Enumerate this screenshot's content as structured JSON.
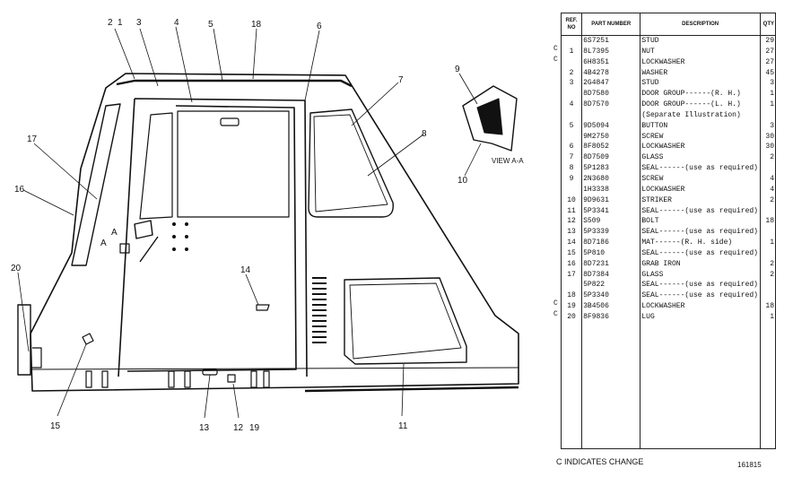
{
  "drawing": {
    "callouts": [
      "2",
      "1",
      "3",
      "4",
      "5",
      "18",
      "6",
      "7",
      "8",
      "9",
      "10",
      "17",
      "16",
      "20",
      "14",
      "15",
      "13",
      "12",
      "19",
      "11"
    ],
    "view_label": "VIEW A-A",
    "section_marks": [
      "A",
      "A"
    ]
  },
  "table": {
    "headers": {
      "ref": "REF. NO",
      "part": "PART NUMBER",
      "desc": "DESCRIPTION",
      "qty": "QTY"
    },
    "rows": [
      {
        "chg": "",
        "ref": "",
        "part": "6S7251",
        "desc": "STUD",
        "qty": "29"
      },
      {
        "chg": "C",
        "ref": "1",
        "part": "8L7395",
        "desc": "NUT",
        "qty": "27"
      },
      {
        "chg": "C",
        "ref": "",
        "part": "6H8351",
        "desc": "LOCKWASHER",
        "qty": "27"
      },
      {
        "chg": "",
        "ref": "2",
        "part": "4B4278",
        "desc": "WASHER",
        "qty": "45"
      },
      {
        "chg": "",
        "ref": "3",
        "part": "2G4847",
        "desc": "STUD",
        "qty": "3"
      },
      {
        "chg": "",
        "ref": "",
        "part": "8D7580",
        "desc": "DOOR GROUP------(R. H.)",
        "qty": "1"
      },
      {
        "chg": "",
        "ref": "4",
        "part": "8D7570",
        "desc": "DOOR GROUP------(L. H.)",
        "qty": "1"
      },
      {
        "chg": "",
        "ref": "",
        "part": "",
        "desc": "(Separate Illustration)",
        "qty": ""
      },
      {
        "chg": "",
        "ref": "5",
        "part": "9D5094",
        "desc": "BUTTON",
        "qty": "3"
      },
      {
        "chg": "",
        "ref": "",
        "part": "9M2750",
        "desc": "SCREW",
        "qty": "30"
      },
      {
        "chg": "",
        "ref": "6",
        "part": "8F8052",
        "desc": "LOCKWASHER",
        "qty": "30"
      },
      {
        "chg": "",
        "ref": "7",
        "part": "8D7509",
        "desc": "GLASS",
        "qty": "2"
      },
      {
        "chg": "",
        "ref": "8",
        "part": "5P1283",
        "desc": "SEAL------(use as required)",
        "qty": ""
      },
      {
        "chg": "",
        "ref": "9",
        "part": "2N3680",
        "desc": "SCREW",
        "qty": "4"
      },
      {
        "chg": "",
        "ref": "",
        "part": "1H3338",
        "desc": "LOCKWASHER",
        "qty": "4"
      },
      {
        "chg": "",
        "ref": "10",
        "part": "9D9631",
        "desc": "STRIKER",
        "qty": "2"
      },
      {
        "chg": "",
        "ref": "11",
        "part": "5P3341",
        "desc": "SEAL------(use as required)",
        "qty": ""
      },
      {
        "chg": "",
        "ref": "12",
        "part": "S509",
        "desc": "BOLT",
        "qty": "18"
      },
      {
        "chg": "",
        "ref": "13",
        "part": "5P3339",
        "desc": "SEAL------(use as required)",
        "qty": ""
      },
      {
        "chg": "",
        "ref": "14",
        "part": "8D7186",
        "desc": "MAT------(R. H. side)",
        "qty": "1"
      },
      {
        "chg": "",
        "ref": "15",
        "part": "5P810",
        "desc": "SEAL------(use as required)",
        "qty": ""
      },
      {
        "chg": "",
        "ref": "16",
        "part": "8D7231",
        "desc": "GRAB IRON",
        "qty": "2"
      },
      {
        "chg": "",
        "ref": "17",
        "part": "8D7384",
        "desc": "GLASS",
        "qty": "2"
      },
      {
        "chg": "",
        "ref": "",
        "part": "5P822",
        "desc": "SEAL------(use as required)",
        "qty": ""
      },
      {
        "chg": "",
        "ref": "18",
        "part": "5P3340",
        "desc": "SEAL------(use as required)",
        "qty": ""
      },
      {
        "chg": "C",
        "ref": "19",
        "part": "3B4506",
        "desc": "LOCKWASHER",
        "qty": "18"
      },
      {
        "chg": "C",
        "ref": "20",
        "part": "8F9836",
        "desc": "LUG",
        "qty": "1"
      }
    ]
  },
  "footer": {
    "note": "C INDICATES CHANGE",
    "figure_number": "161815"
  }
}
